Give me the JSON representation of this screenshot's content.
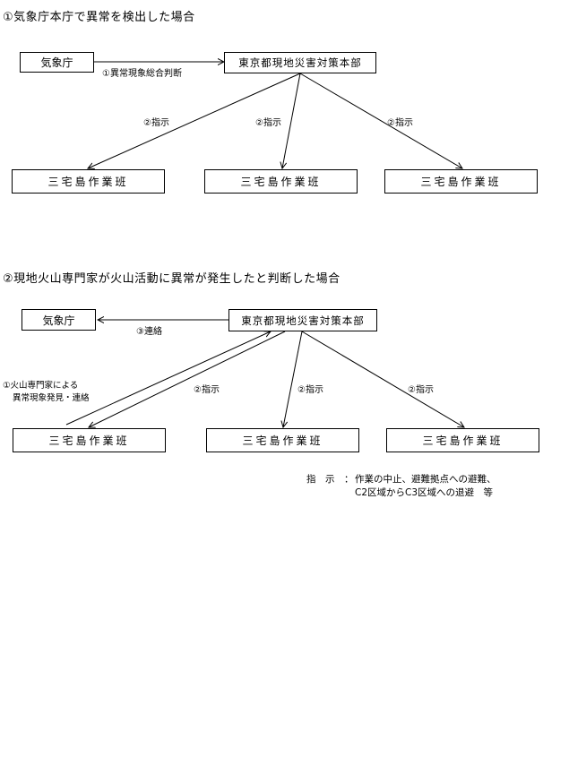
{
  "section1": {
    "heading": "①気象庁本庁で異常を検出した場合",
    "jma": "気象庁",
    "hq": "東京都現地災害対策本部",
    "edge_report": "①異常現象総合判断",
    "edge_instruct": "②指示",
    "team": "三宅島作業班"
  },
  "section2": {
    "heading": "②現地火山専門家が火山活動に異常が発生したと判断した場合",
    "jma": "気象庁",
    "hq": "東京都現地災害対策本部",
    "edge_contact": "③連絡",
    "expert_line1": "①火山専門家による",
    "expert_line2": "異常現象発見・連絡",
    "edge_instruct": "②指示",
    "team": "三宅島作業班"
  },
  "legend": {
    "term": "指　示",
    "separator": "：",
    "line1": "作業の中止、避難拠点への避難、",
    "line2": "C2区域からC3区域への退避　等"
  }
}
